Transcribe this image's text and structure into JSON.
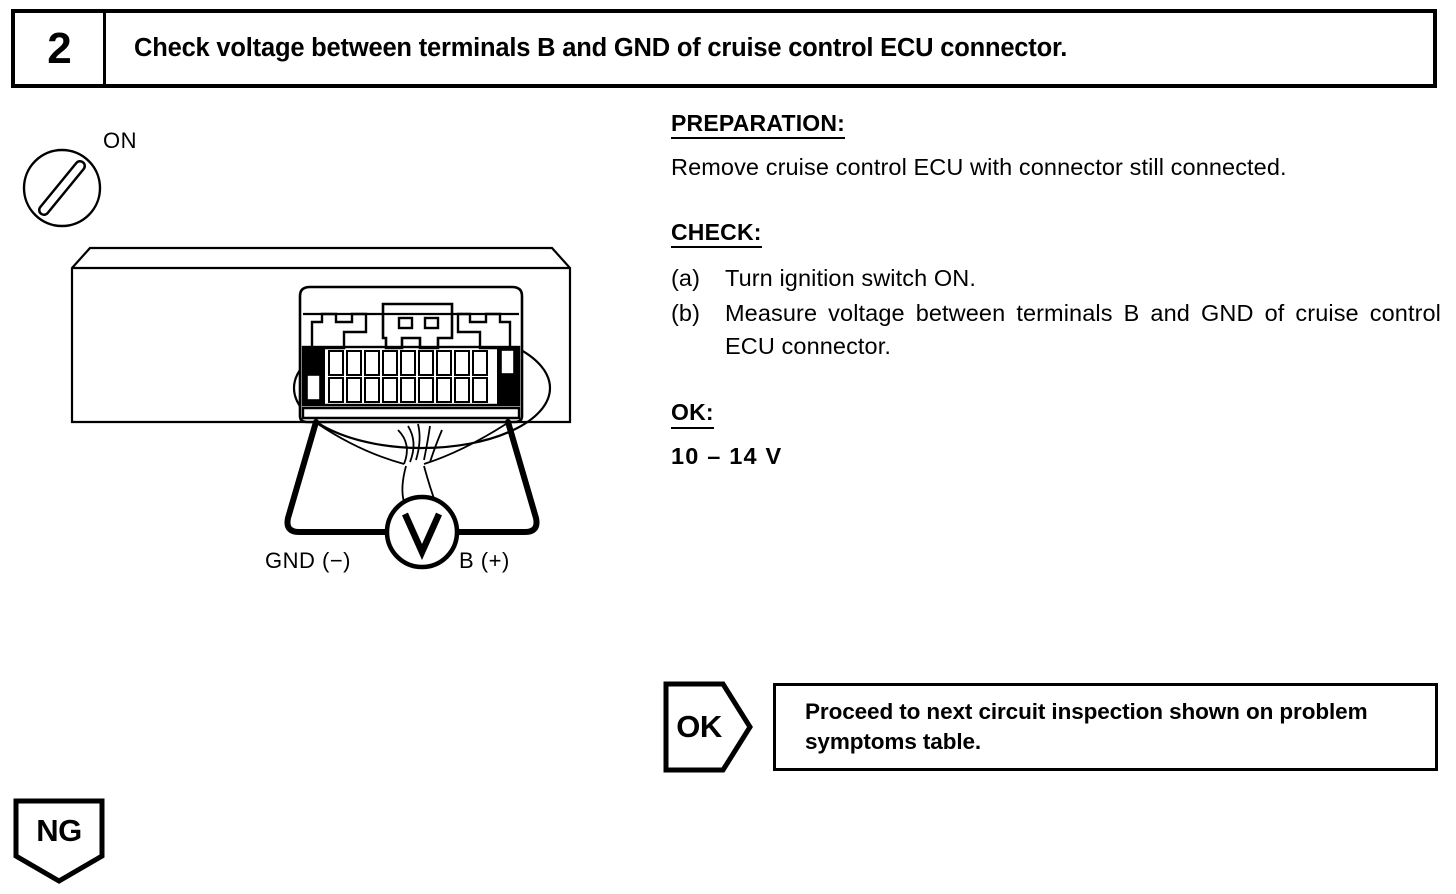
{
  "step": {
    "number": "2",
    "title": "Check voltage between terminals B and GND of cruise control ECU connector."
  },
  "instructions": {
    "preparation": {
      "heading": "PREPARATION:",
      "text": "Remove cruise control ECU with connector still connected."
    },
    "check": {
      "heading": "CHECK:",
      "items": [
        {
          "marker": "(a)",
          "text": "Turn ignition switch ON."
        },
        {
          "marker": "(b)",
          "text": "Measure voltage between terminals B and GND of cruise control ECU connector."
        }
      ]
    },
    "ok_spec": {
      "heading": "OK:",
      "value": "10 – 14 V"
    }
  },
  "result_banner": {
    "badge": "OK",
    "text": "Proceed to next circuit inspection shown on problem symptoms table."
  },
  "ng_badge": {
    "label": "NG"
  },
  "illustration": {
    "ignition_switch_state": "ON",
    "meter_symbol": "V",
    "probe_labels": {
      "negative": "GND (−)",
      "positive": "B (+)"
    }
  },
  "colors": {
    "ink": "#000000",
    "paper": "#ffffff"
  }
}
